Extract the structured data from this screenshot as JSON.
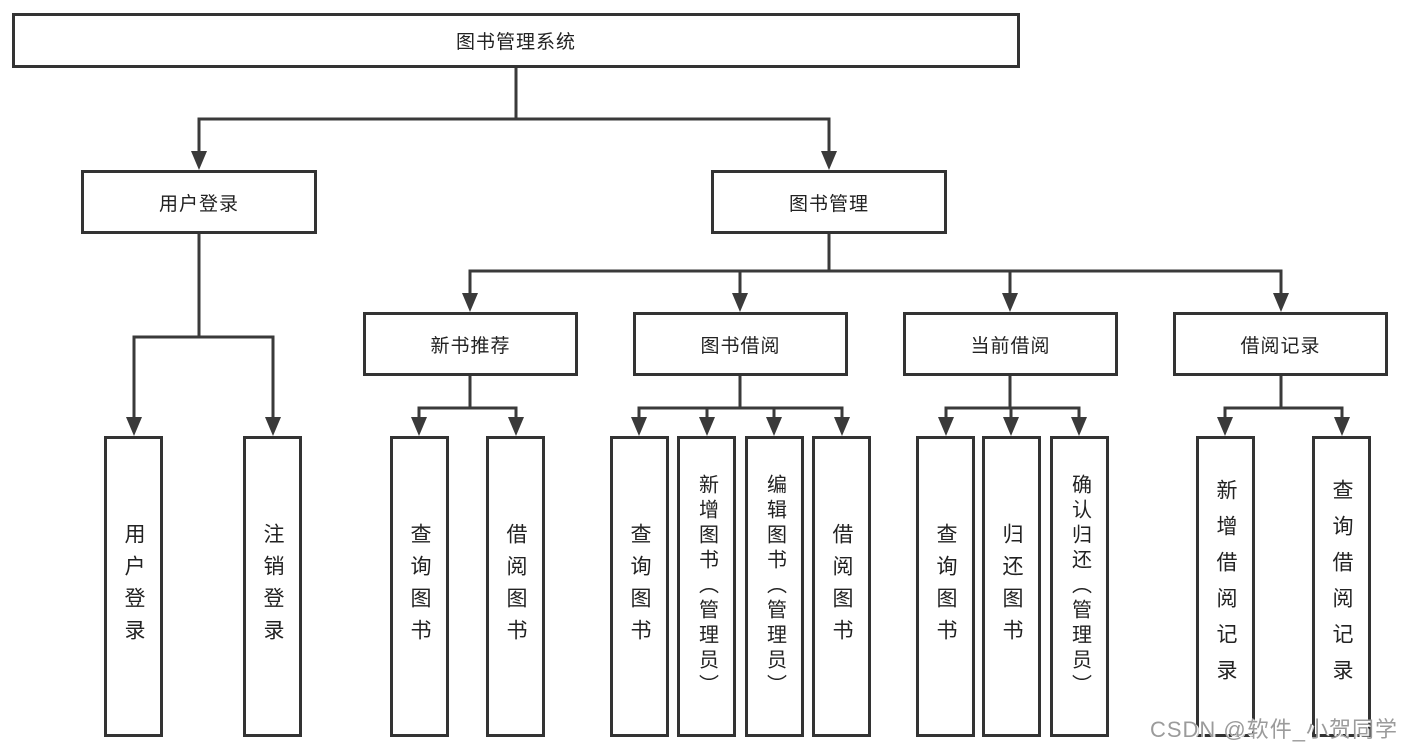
{
  "diagram": {
    "title": "图书管理系统",
    "root": {
      "label": "图书管理系统"
    },
    "branches": [
      {
        "label": "用户登录",
        "children": [
          {
            "label": "用户登录"
          },
          {
            "label": "注销登录"
          }
        ]
      },
      {
        "label": "图书管理",
        "children": [
          {
            "label": "新书推荐",
            "children": [
              {
                "label": "查询图书"
              },
              {
                "label": "借阅图书"
              }
            ]
          },
          {
            "label": "图书借阅",
            "children": [
              {
                "label": "查询图书"
              },
              {
                "label": "新增图书（管理员）"
              },
              {
                "label": "编辑图书（管理员）"
              },
              {
                "label": "借阅图书"
              }
            ]
          },
          {
            "label": "当前借阅",
            "children": [
              {
                "label": "查询图书"
              },
              {
                "label": "归还图书"
              },
              {
                "label": "确认归还（管理员）"
              }
            ]
          },
          {
            "label": "借阅记录",
            "children": [
              {
                "label": "新增借阅记录"
              },
              {
                "label": "查询借阅记录"
              }
            ]
          }
        ]
      }
    ]
  },
  "watermark": {
    "text": "CSDN @软件_小贺同学"
  },
  "colors": {
    "background": "#ffffff",
    "box_border": "#333333",
    "connector_line": "#3a3a3a",
    "text": "#222222",
    "watermark_text": "#9b9b9b"
  }
}
